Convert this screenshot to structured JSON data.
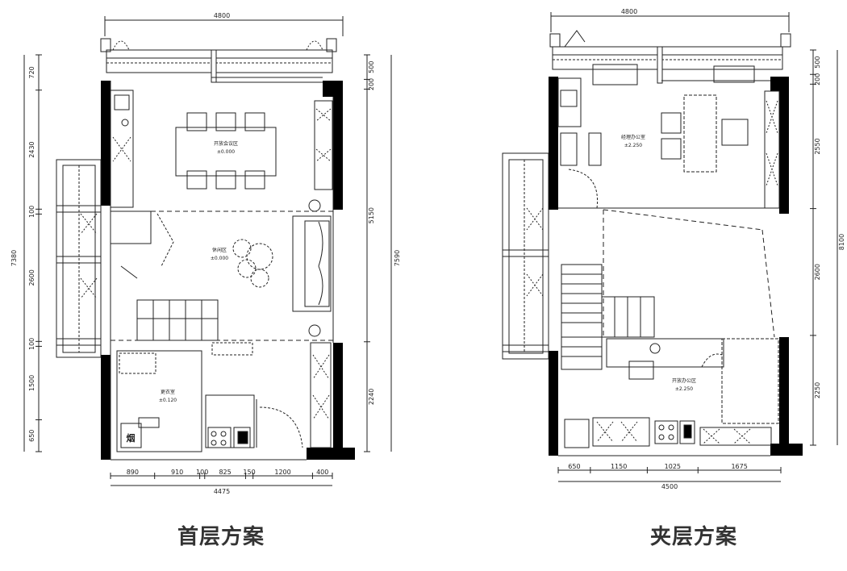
{
  "plans": [
    {
      "caption": "首层方案",
      "top_dims": [
        "4800"
      ],
      "bottom_dims": [
        "890",
        "910",
        "100",
        "825",
        "150",
        "1200",
        "400"
      ],
      "bottom_total": "4475",
      "left_dims": [
        "720",
        "2430",
        "100",
        "2600",
        "100",
        "1500",
        "650"
      ],
      "left_total": "7380",
      "right_dims": [
        "500",
        "200",
        "5150",
        "2240"
      ],
      "right_total": "7590",
      "rooms": [
        {
          "name": "开放会议区",
          "level": "±0.000"
        },
        {
          "name": "休闲区",
          "level": "±0.000"
        },
        {
          "name": "更衣室",
          "level": "±0.120"
        }
      ],
      "marks": [
        "烟"
      ]
    },
    {
      "caption": "夹层方案",
      "top_dims": [
        "4800"
      ],
      "bottom_dims": [
        "650",
        "1150",
        "1025",
        "1675"
      ],
      "bottom_total": "4500",
      "right_dims": [
        "500",
        "200",
        "2550",
        "2600",
        "2250"
      ],
      "right_total": "8100",
      "rooms": [
        {
          "name": "经理办公室",
          "level": "±2.250"
        },
        {
          "name": "开放办公区",
          "level": "±2.250"
        }
      ],
      "marks": []
    }
  ],
  "colors": {
    "line": "#222222",
    "wall": "#000000",
    "caption": "#333333"
  }
}
